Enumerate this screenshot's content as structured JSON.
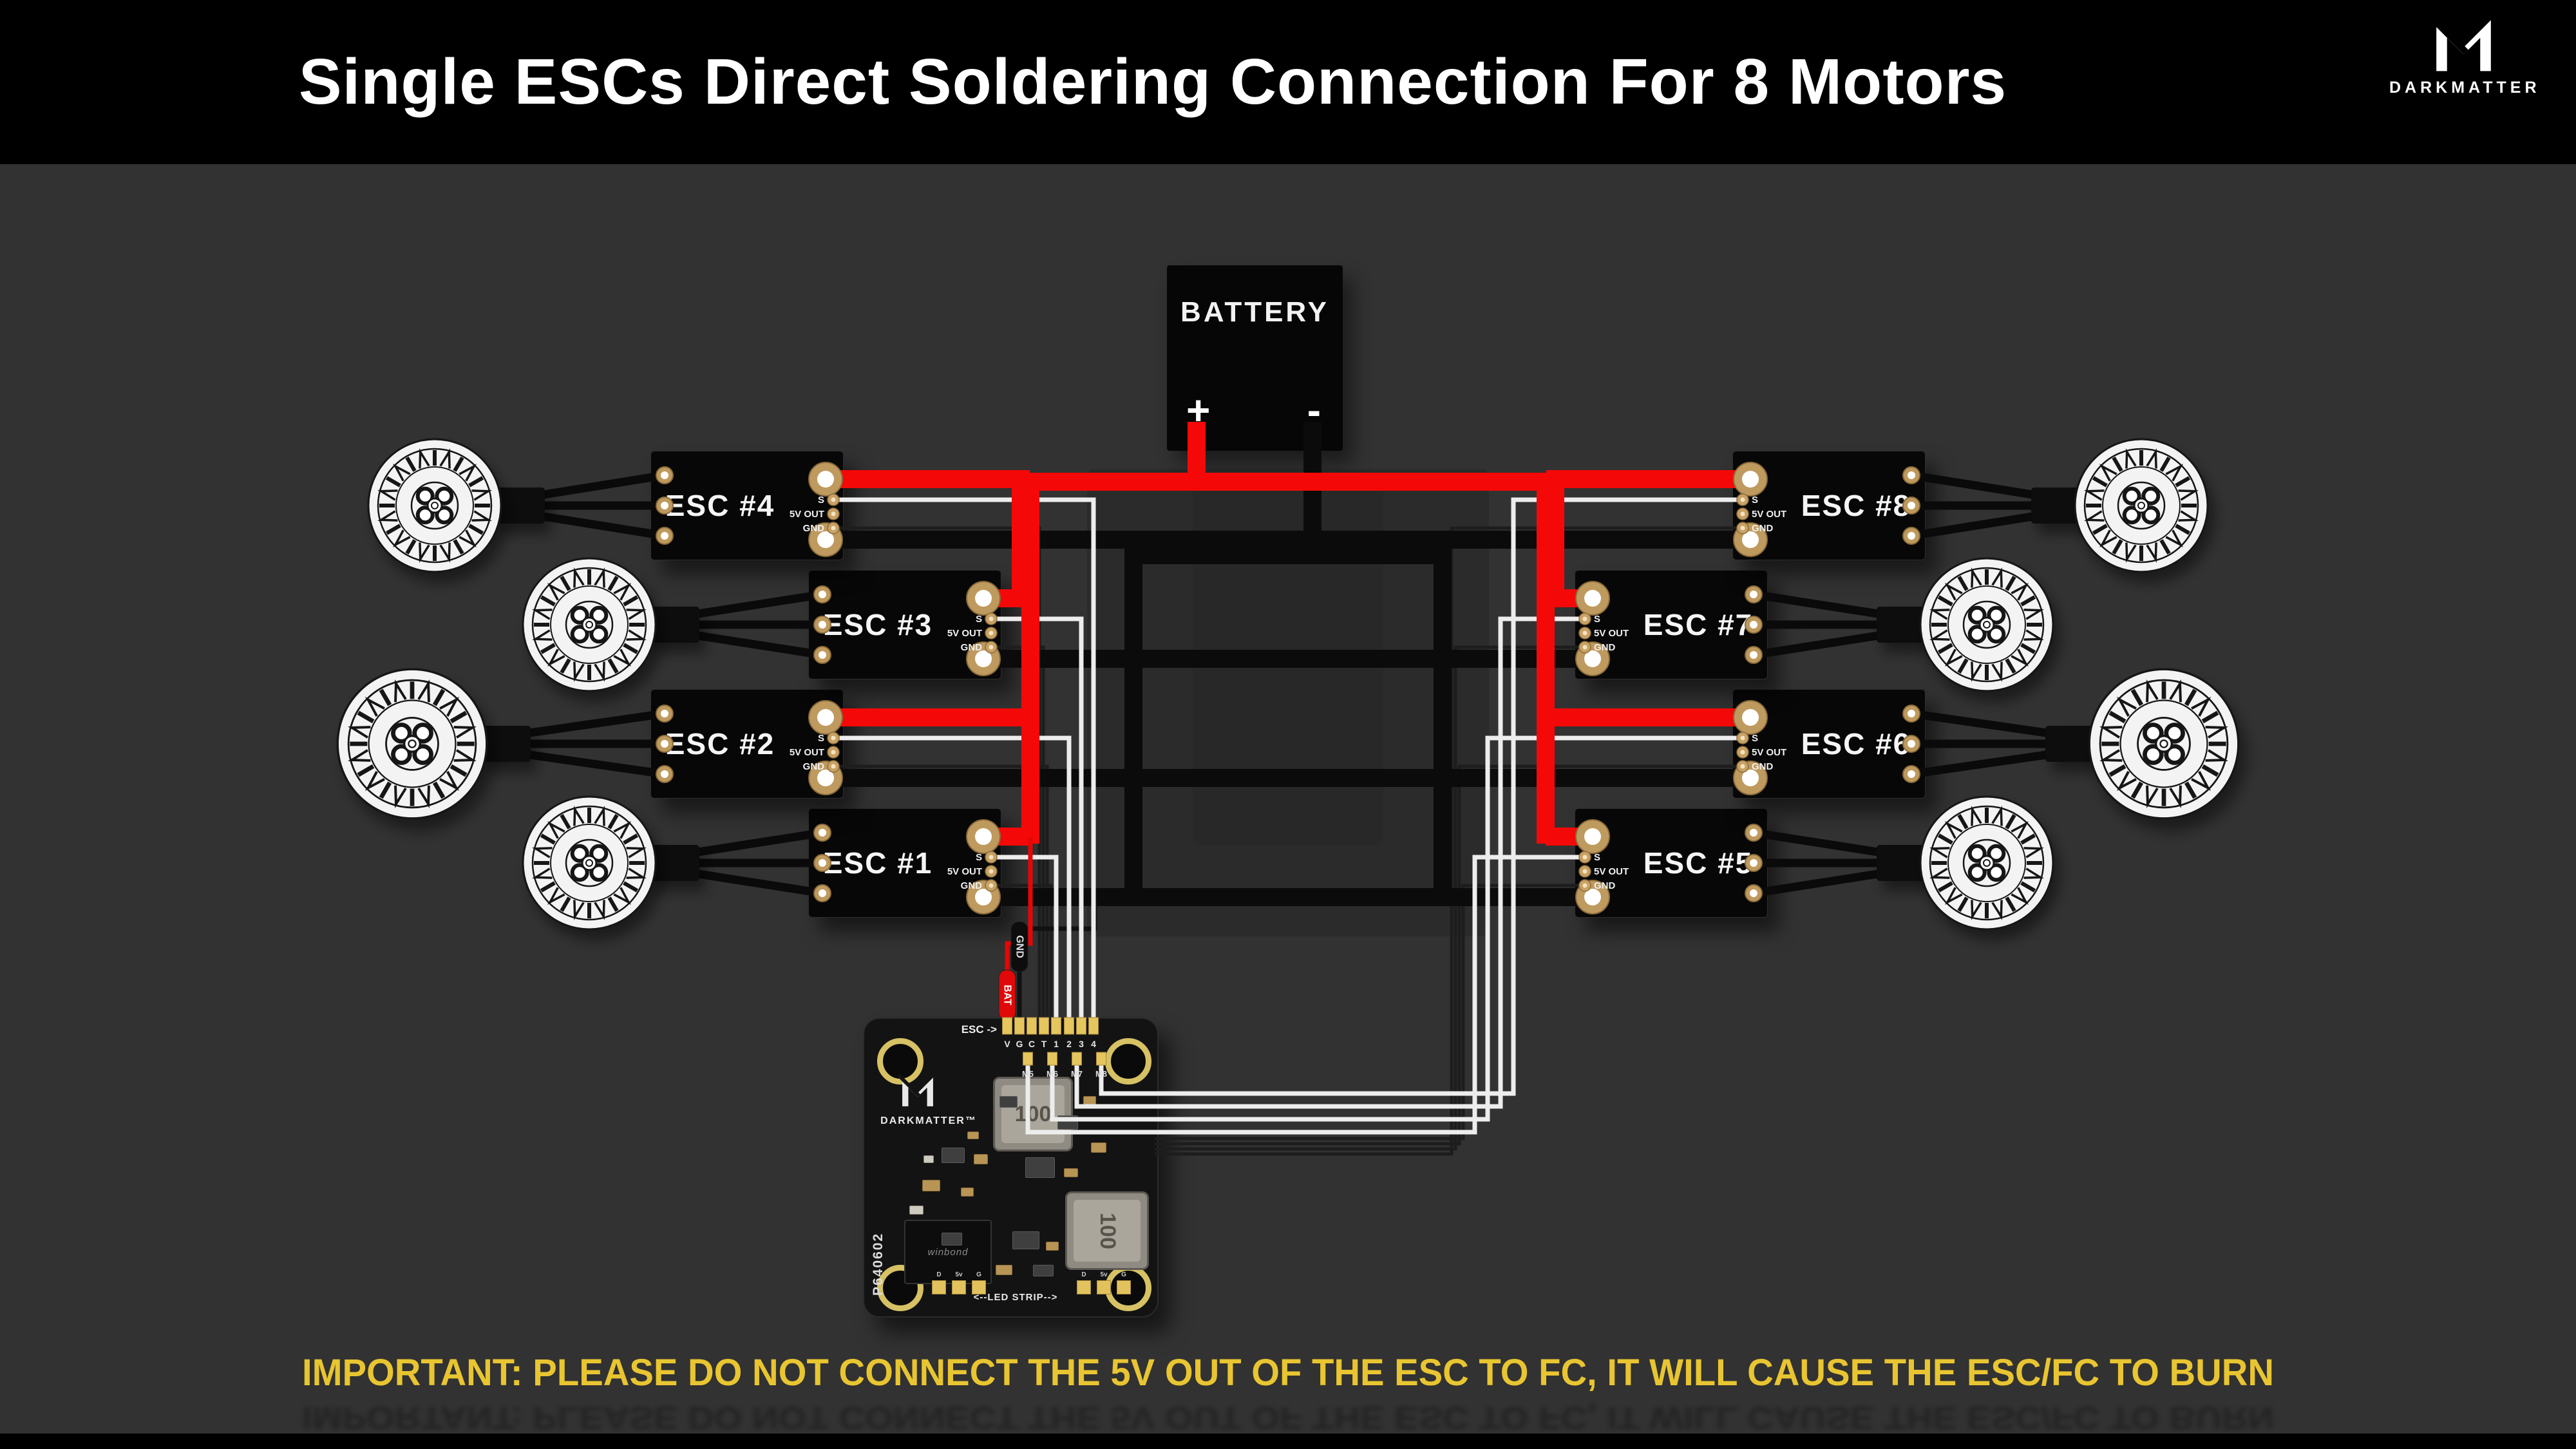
{
  "header": {
    "title": "Single ESCs Direct Soldering Connection For 8 Motors",
    "brand": "DARKMATTER"
  },
  "battery": {
    "label": "BATTERY",
    "plus": "+",
    "minus": "-"
  },
  "esc_pins": {
    "signal": "S",
    "five_v": "5V OUT",
    "ground": "GND"
  },
  "escs": [
    {
      "label": "ESC #1"
    },
    {
      "label": "ESC #2"
    },
    {
      "label": "ESC #3"
    },
    {
      "label": "ESC #4"
    },
    {
      "label": "ESC #5"
    },
    {
      "label": "ESC #6"
    },
    {
      "label": "ESC #7"
    },
    {
      "label": "ESC #8"
    }
  ],
  "fc": {
    "esc_arrow": "ESC ->",
    "pad_row1": [
      "V",
      "G",
      "C",
      "T",
      "1",
      "2",
      "3",
      "4"
    ],
    "pad_row2": [
      "M5",
      "M6",
      "M7",
      "M8"
    ],
    "brand": "DARKMATTER",
    "tm": "™",
    "board_id": "P640602",
    "chip": "winbond",
    "inductor": "100",
    "led_label": "<--LED STRIP-->",
    "led_pins": [
      "D",
      "5v",
      "G"
    ],
    "bat_tag": "BAT",
    "gnd_tag": "GND"
  },
  "warning": "IMPORTANT: PLEASE DO NOT CONNECT THE 5V OUT OF THE ESC TO FC, IT WILL CAUSE THE ESC/FC TO BURN",
  "colors": {
    "positive_wire": "#f50808",
    "ground_wire": "#0b0b0b",
    "signal_wire": "#ededed",
    "pad_gold": "#bf9a5e",
    "fc_pad_gold": "#e5c55e",
    "warning_text": "#e8c531",
    "background": "#323232",
    "header_bg": "#000000"
  }
}
